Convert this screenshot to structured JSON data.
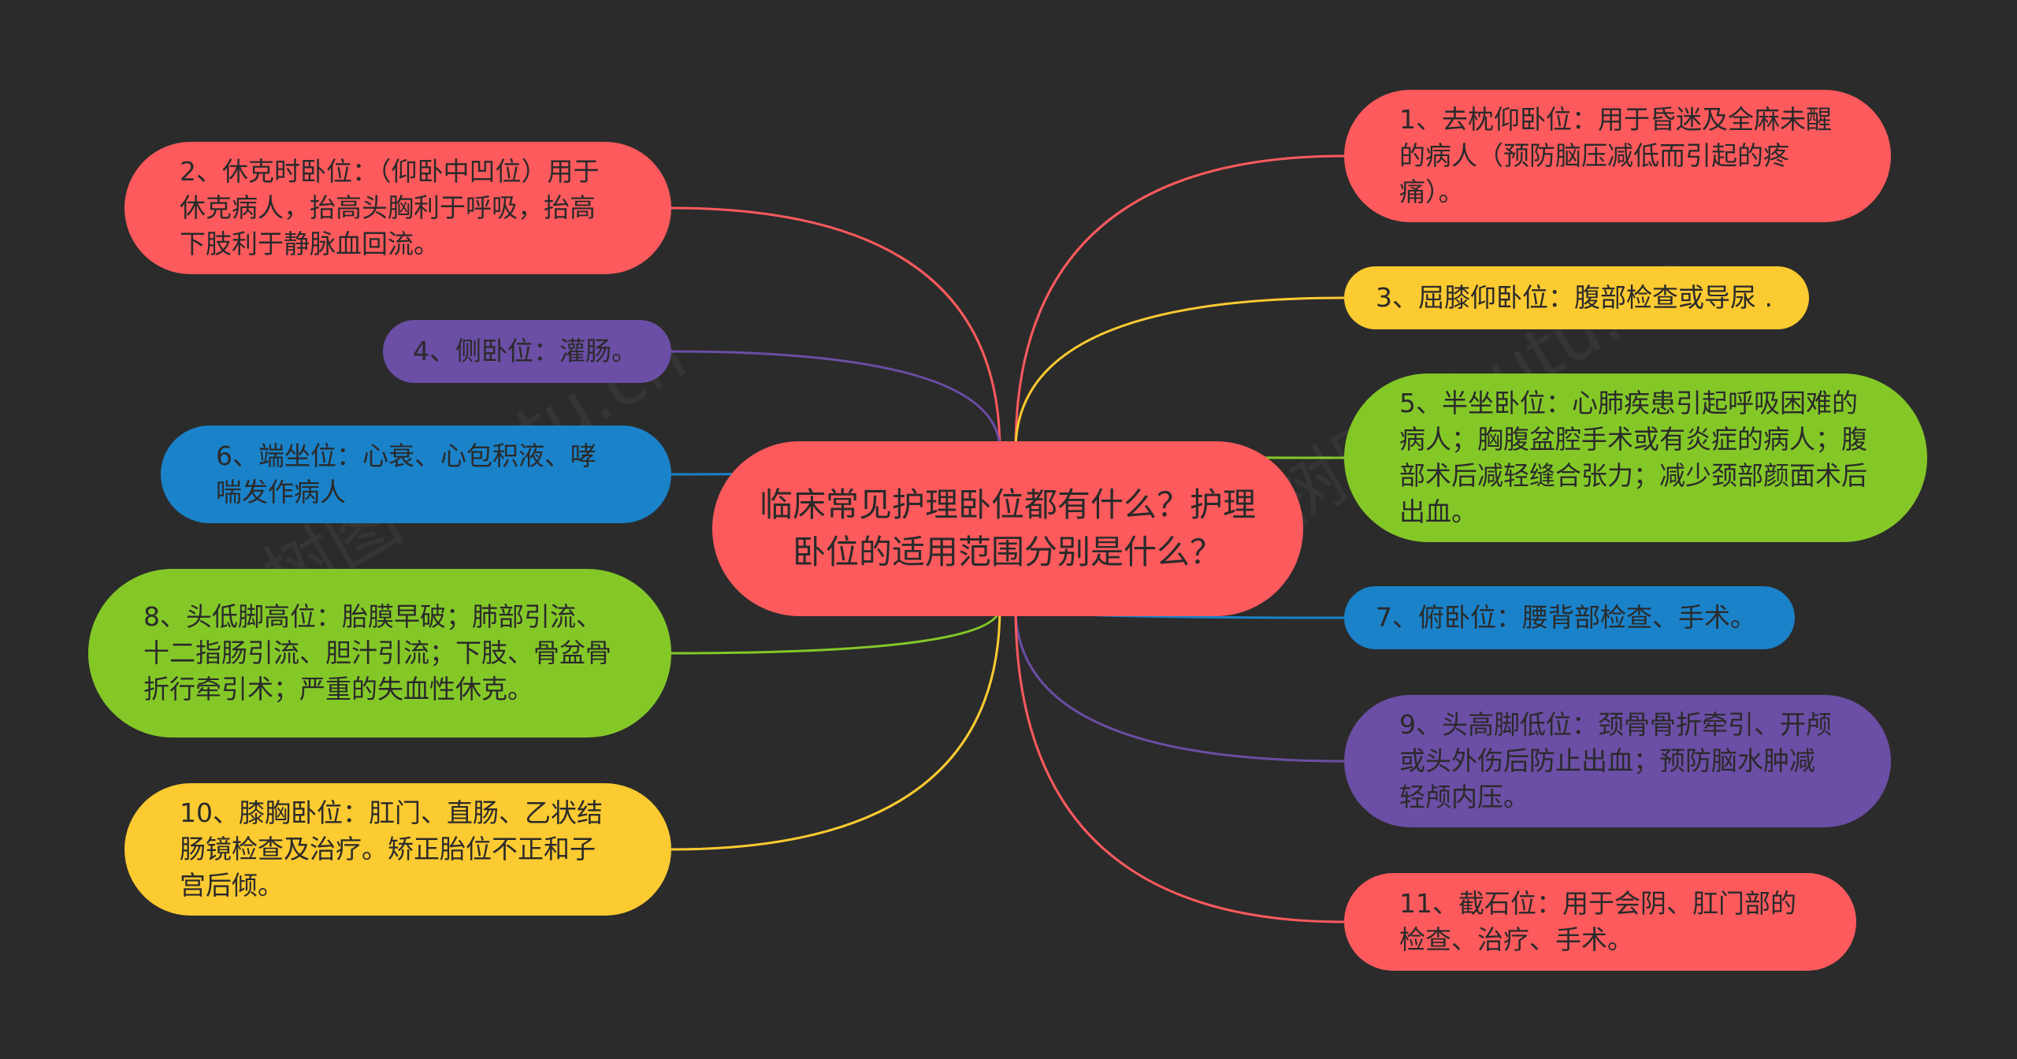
{
  "colors": {
    "background": "#2b2b2b",
    "red": "#fd5a5d",
    "yellow": "#fcca31",
    "purple": "#6b4ea5",
    "blue": "#1a82c9",
    "green": "#84c828",
    "text": "#2a2a2a"
  },
  "center": {
    "title": "临床常见护理卧位都有什么？护理卧位的适用范围分别是什么？"
  },
  "nodes": [
    {
      "id": "n1",
      "text": "1、去枕仰卧位：用于昏迷及全麻未醒的病人（预防脑压减低而引起的疼痛）。",
      "color": "red"
    },
    {
      "id": "n2",
      "text": "2、休克时卧位：（仰卧中凹位）用于休克病人，抬高头胸利于呼吸，抬高下肢利于静脉血回流。",
      "color": "red"
    },
    {
      "id": "n3",
      "text": "3、屈膝仰卧位：腹部检查或导尿 .",
      "color": "yellow"
    },
    {
      "id": "n4",
      "text": "4、侧卧位：灌肠。",
      "color": "purple"
    },
    {
      "id": "n5",
      "text": "5、半坐卧位：心肺疾患引起呼吸困难的病人；胸腹盆腔手术或有炎症的病人；腹部术后减轻缝合张力；减少颈部颜面术后出血。",
      "color": "green"
    },
    {
      "id": "n6",
      "text": "6、端坐位：心衰、心包积液、哮喘发作病人",
      "color": "blue"
    },
    {
      "id": "n7",
      "text": "7、俯卧位：腰背部检查、手术。",
      "color": "blue"
    },
    {
      "id": "n8",
      "text": "8、头低脚高位：胎膜早破；肺部引流、十二指肠引流、胆汁引流；下肢、骨盆骨折行牵引术；严重的失血性休克。",
      "color": "green"
    },
    {
      "id": "n9",
      "text": "9、头高脚低位：颈骨骨折牵引、开颅或头外伤后防止出血；预防脑水肿减轻颅内压。",
      "color": "purple"
    },
    {
      "id": "n10",
      "text": "10、膝胸卧位：肛门、直肠、乙状结肠镜检查及治疗。矫正胎位不正和子宫后倾。",
      "color": "yellow"
    },
    {
      "id": "n11",
      "text": "11、截石位：用于会阴、肛门部的检查、治疗、手术。",
      "color": "red"
    }
  ]
}
